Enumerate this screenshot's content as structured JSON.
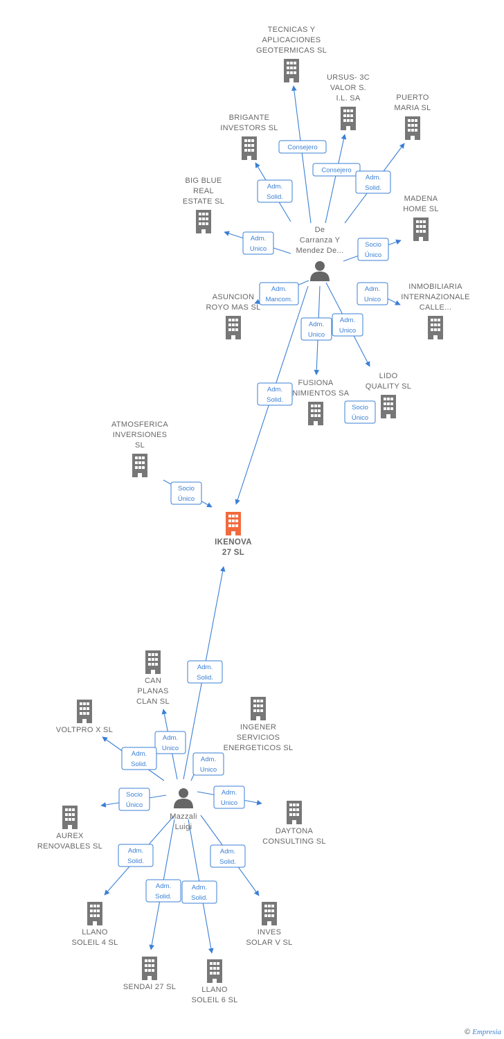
{
  "nodes": [
    {
      "id": "tecnicas",
      "type": "company",
      "label": [
        "TECNICAS Y",
        "APLICACIONES",
        "GEOTERMICAS SL"
      ]
    },
    {
      "id": "ursus",
      "type": "company",
      "label": [
        "URSUS- 3C",
        "VALOR S.",
        "I.L. SA"
      ]
    },
    {
      "id": "puerto",
      "type": "company",
      "label": [
        "PUERTO",
        "MARIA SL"
      ]
    },
    {
      "id": "brigante",
      "type": "company",
      "label": [
        "BRIGANTE",
        "INVESTORS  SL"
      ]
    },
    {
      "id": "bigblue",
      "type": "company",
      "label": [
        "BIG BLUE",
        "REAL",
        "ESTATE  SL"
      ]
    },
    {
      "id": "madena",
      "type": "company",
      "label": [
        "MADENA",
        "HOME  SL"
      ]
    },
    {
      "id": "decarranza",
      "type": "person",
      "label": [
        "De",
        "Carranza Y",
        "Mendez De..."
      ]
    },
    {
      "id": "asuncion",
      "type": "company",
      "label": [
        "ASUNCION",
        "ROYO MAS SL"
      ]
    },
    {
      "id": "inmobiliaria",
      "type": "company",
      "label": [
        "INMOBILIARIA",
        "INTERNAZIONALE",
        "CALLE..."
      ]
    },
    {
      "id": "fusiona",
      "type": "company",
      "label": [
        "FUSIONA",
        "TENIMIENTOS SA"
      ]
    },
    {
      "id": "lido",
      "type": "company",
      "label": [
        "LIDO",
        "QUALITY  SL"
      ]
    },
    {
      "id": "atmosferica",
      "type": "company",
      "label": [
        "ATMOSFERICA",
        "INVERSIONES",
        "SL"
      ]
    },
    {
      "id": "ikenova",
      "type": "main",
      "label": [
        "IKENOVA",
        "27  SL"
      ]
    },
    {
      "id": "canplanas",
      "type": "company",
      "label": [
        "CAN",
        "PLANAS",
        "CLAN  SL"
      ]
    },
    {
      "id": "voltpro",
      "type": "company",
      "label": [
        "VOLTPRO X SL"
      ]
    },
    {
      "id": "ingener",
      "type": "company",
      "label": [
        "INGENER",
        "SERVICIOS",
        "ENERGETICOS SL"
      ]
    },
    {
      "id": "mazzali",
      "type": "person",
      "label": [
        "Mazzali",
        "Luigi"
      ]
    },
    {
      "id": "aurex",
      "type": "company",
      "label": [
        "AUREX",
        "RENOVABLES SL"
      ]
    },
    {
      "id": "daytona",
      "type": "company",
      "label": [
        "DAYTONA",
        "CONSULTING SL"
      ]
    },
    {
      "id": "llano4",
      "type": "company",
      "label": [
        "LLANO",
        "SOLEIL 4 SL"
      ]
    },
    {
      "id": "inves",
      "type": "company",
      "label": [
        "INVES",
        "SOLAR V SL"
      ]
    },
    {
      "id": "sendai",
      "type": "company",
      "label": [
        "SENDAI 27  SL"
      ]
    },
    {
      "id": "llano6",
      "type": "company",
      "label": [
        "LLANO",
        "SOLEIL 6 SL"
      ]
    }
  ],
  "relations": [
    {
      "from": "decarranza",
      "to": "tecnicas",
      "label": [
        "Consejero"
      ]
    },
    {
      "from": "decarranza",
      "to": "ursus",
      "label": [
        "Consejero"
      ]
    },
    {
      "from": "decarranza",
      "to": "puerto",
      "label": [
        "Adm.",
        "Solid."
      ]
    },
    {
      "from": "decarranza",
      "to": "brigante",
      "label": [
        "Adm.",
        "Solid."
      ]
    },
    {
      "from": "decarranza",
      "to": "bigblue",
      "label": [
        "Adm.",
        "Unico"
      ]
    },
    {
      "from": "decarranza",
      "to": "madena",
      "label": [
        "Socio",
        "Único"
      ]
    },
    {
      "from": "decarranza",
      "to": "asuncion",
      "label": [
        "Adm.",
        "Mancom."
      ]
    },
    {
      "from": "decarranza",
      "to": "inmobiliaria",
      "label": [
        "Adm.",
        "Unico"
      ]
    },
    {
      "from": "decarranza",
      "to": "fusiona",
      "label": [
        "Adm.",
        "Unico"
      ]
    },
    {
      "from": "decarranza",
      "to": "lido",
      "label": [
        "Adm.",
        "Unico"
      ]
    },
    {
      "from": "decarranza",
      "to": "lido",
      "label": [
        "Socio",
        "Único"
      ]
    },
    {
      "from": "decarranza",
      "to": "ikenova",
      "label": [
        "Adm.",
        "Solid."
      ]
    },
    {
      "from": "atmosferica",
      "to": "ikenova",
      "label": [
        "Socio",
        "Único"
      ]
    },
    {
      "from": "mazzali",
      "to": "ikenova",
      "label": [
        "Adm.",
        "Solid."
      ]
    },
    {
      "from": "mazzali",
      "to": "canplanas",
      "label": [
        "Adm.",
        "Unico"
      ]
    },
    {
      "from": "mazzali",
      "to": "voltpro",
      "label": [
        "Adm.",
        "Solid."
      ]
    },
    {
      "from": "mazzali",
      "to": "ingener",
      "label": [
        "Adm.",
        "Unico"
      ]
    },
    {
      "from": "mazzali",
      "to": "aurex",
      "label": [
        "Socio",
        "Único"
      ]
    },
    {
      "from": "mazzali",
      "to": "daytona",
      "label": [
        "Adm.",
        "Unico"
      ]
    },
    {
      "from": "mazzali",
      "to": "llano4",
      "label": [
        "Adm.",
        "Solid."
      ]
    },
    {
      "from": "mazzali",
      "to": "inves",
      "label": [
        "Adm.",
        "Solid."
      ]
    },
    {
      "from": "mazzali",
      "to": "sendai",
      "label": [
        "Adm.",
        "Solid."
      ]
    },
    {
      "from": "mazzali",
      "to": "llano6",
      "label": [
        "Adm.",
        "Solid."
      ]
    }
  ],
  "colors": {
    "edge": "#3a7fd5",
    "company": "#777777",
    "main": "#f26a3c",
    "person": "#666666",
    "label": "#666666"
  },
  "footer": {
    "copyright": "©",
    "brand": "Empresia"
  }
}
